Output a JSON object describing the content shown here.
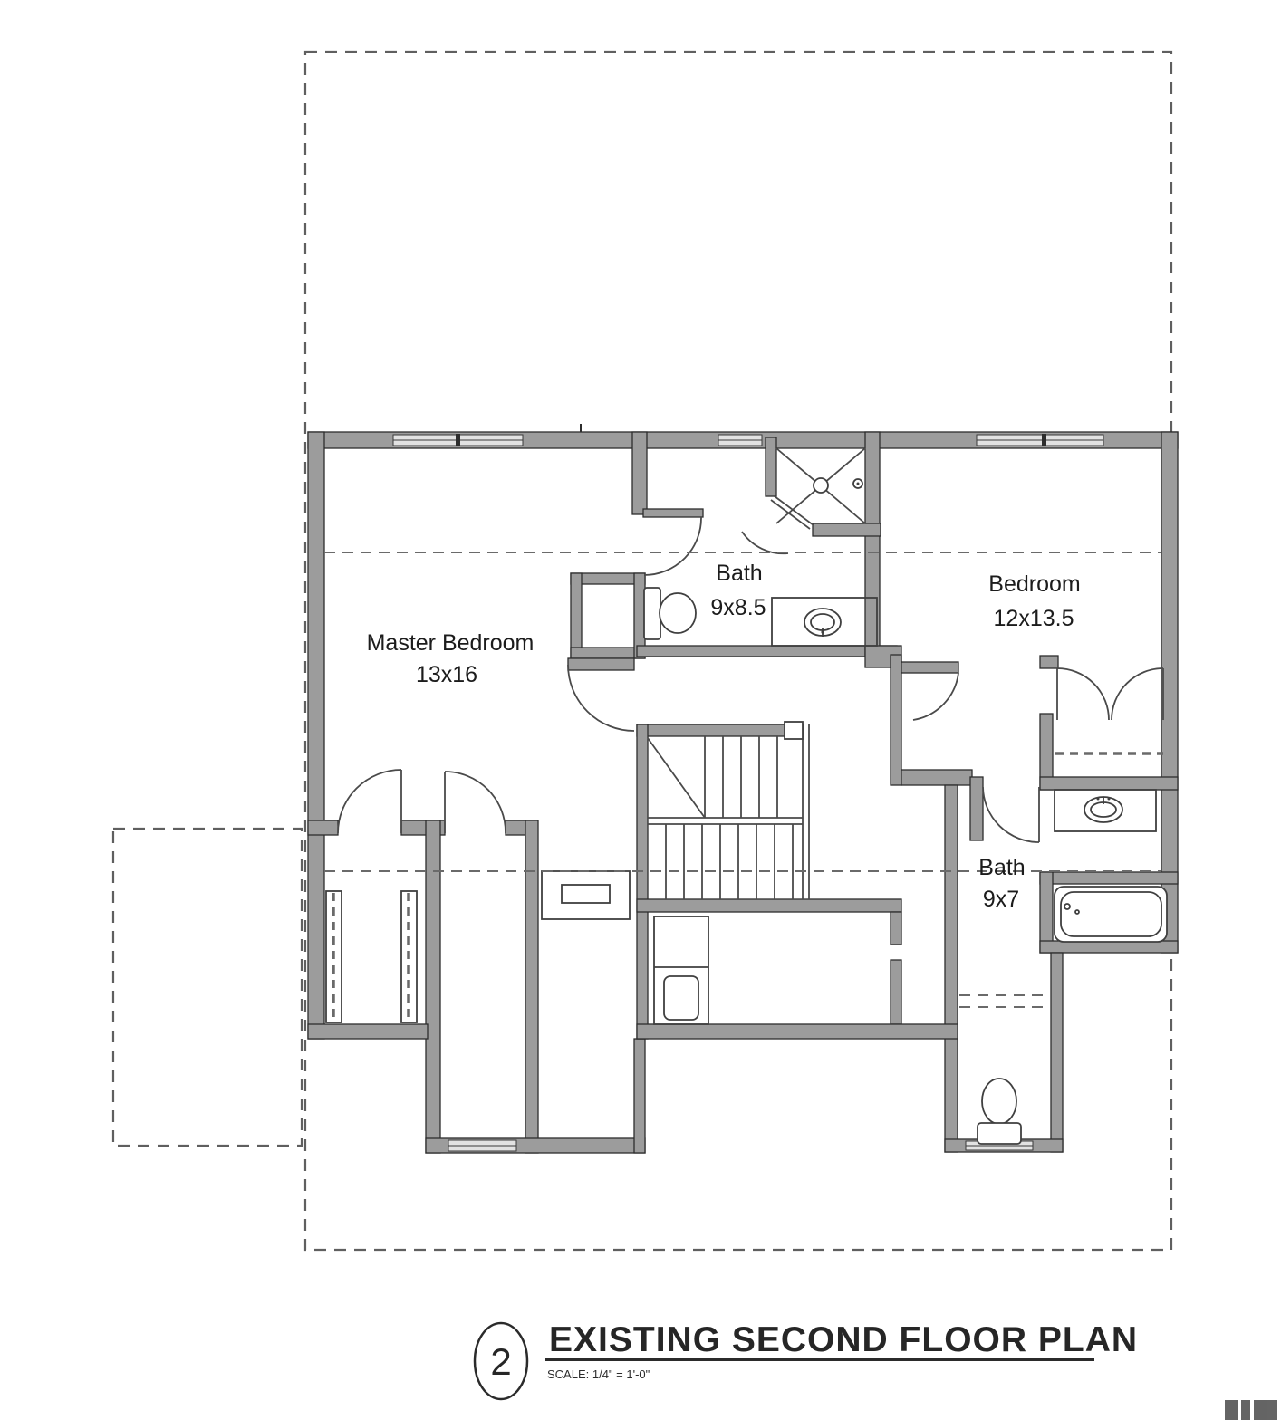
{
  "document": {
    "type": "architectural floor plan",
    "sheet_content": "second floor plan with roof outline dashed"
  },
  "rooms": {
    "master_bedroom": {
      "name": "Master Bedroom",
      "dims": "13x16"
    },
    "bath_upper": {
      "name": "Bath",
      "dims": "9x8.5"
    },
    "bedroom": {
      "name": "Bedroom",
      "dims": "12x13.5"
    },
    "bath_lower": {
      "name": "Bath",
      "dims": "9x7"
    }
  },
  "fixtures": [
    "corner-shower",
    "toilet",
    "vanity-sink",
    "stairs",
    "linen-chase",
    "closet-rods",
    "built-in-cabinet",
    "washer",
    "vanity-sink",
    "bathtub",
    "water-closet-toilet",
    "french-closet-doors"
  ],
  "title_block": {
    "drawing_number": "2",
    "title": "EXISTING SECOND FLOOR PLAN",
    "scale_note": "SCALE: 1/4\" = 1'-0\""
  },
  "colors": {
    "background": "#ffffff",
    "wall_fill": "#9c9c9c",
    "wall_stroke": "#2d2d2d",
    "thin_line": "#4a4a4a",
    "dashed_line": "#5f5f5f",
    "text": "#1c1c1c"
  }
}
